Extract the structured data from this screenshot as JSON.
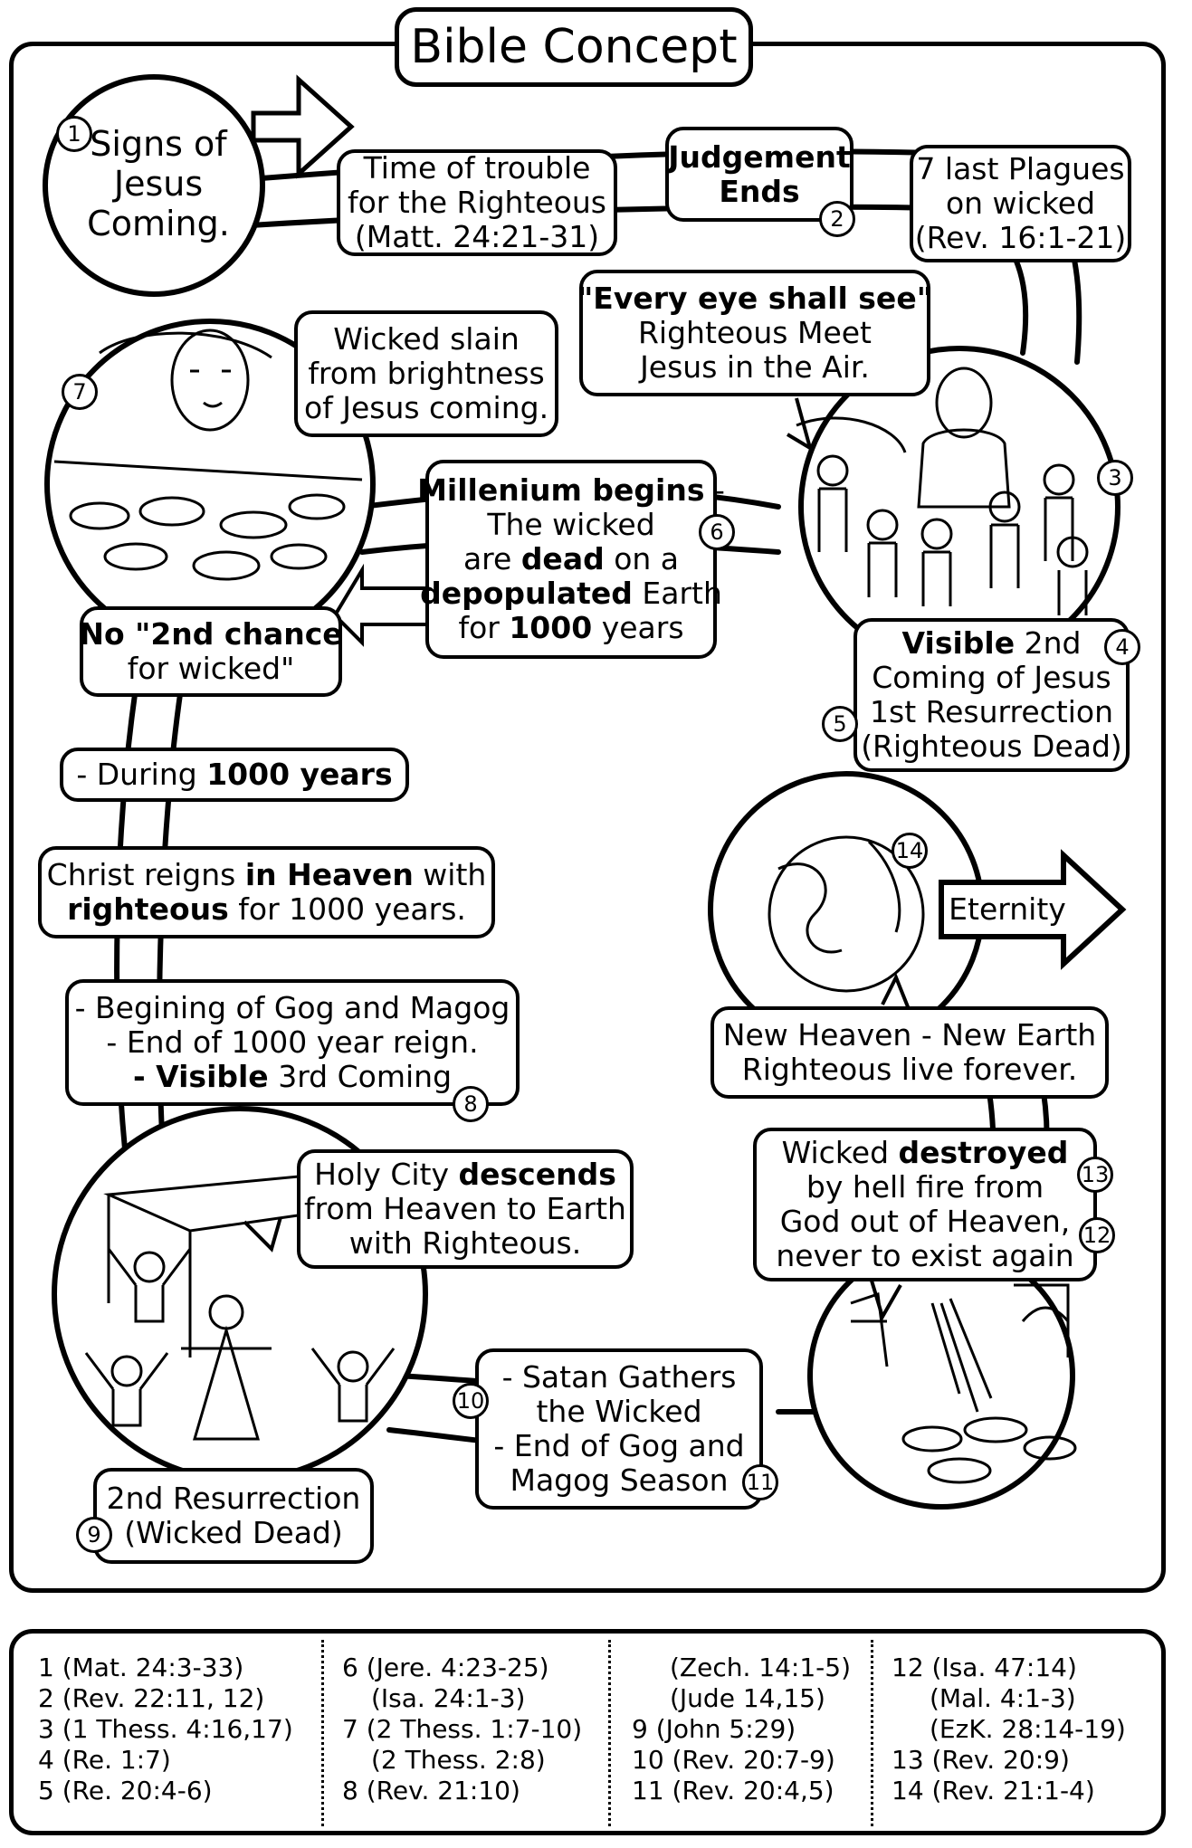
{
  "title": "Bible Concept",
  "steps": {
    "signs": "Signs of Jesus Coming.",
    "trouble": [
      "Time of trouble",
      "for the Righteous",
      "(Matt. 24:21-31)"
    ],
    "judgement": [
      "Judgement",
      "Ends"
    ],
    "plagues": [
      "7 last Plagues",
      "on wicked",
      "(Rev. 16:1-21)"
    ],
    "every_eye": [
      "\"Every eye shall see\"",
      "Righteous Meet",
      "Jesus in the Air."
    ],
    "wicked_slain": [
      "Wicked slain",
      "from brightness",
      "of Jesus coming."
    ],
    "millenium": [
      "Millenium begins",
      " -",
      "The wicked",
      "are ",
      "dead",
      " on a",
      "depopulated",
      " Earth",
      "for ",
      "1000",
      " years"
    ],
    "no_second": [
      "No \"2nd chance",
      "for wicked\""
    ],
    "visible_second": [
      "Visible",
      " 2nd",
      "Coming of Jesus",
      "1st Resurrection",
      "(Righteous Dead)"
    ],
    "during": [
      "- During ",
      "1000 years"
    ],
    "christ_reigns": [
      "Christ reigns ",
      "in Heaven",
      " with",
      "righteous",
      " for 1000 years."
    ],
    "gog": [
      "- Begining of Gog and Magog",
      "- End of 1000 year reign.",
      "- Visible",
      " 3rd Coming"
    ],
    "eternity": "Eternity",
    "new_heaven": [
      "New Heaven - New Earth",
      "Righteous live forever."
    ],
    "wicked_destroyed": [
      "Wicked ",
      "destroyed",
      "by hell fire from",
      "God out of Heaven,",
      "never to exist again"
    ],
    "holy_city": [
      "Holy City ",
      "descends",
      "from Heaven to Earth",
      "with Righteous."
    ],
    "satan": [
      "- Satan Gathers",
      "the Wicked",
      "- End of Gog and",
      "Magog Season"
    ],
    "second_resurrection": [
      "2nd Resurrection",
      "(Wicked Dead)"
    ]
  },
  "numbers": [
    "1",
    "2",
    "3",
    "4",
    "5",
    "6",
    "7",
    "8",
    "9",
    "10",
    "11",
    "12",
    "13",
    "14"
  ],
  "references": {
    "col1": [
      "1 (Mat. 24:3-33)",
      "2 (Rev. 22:11, 12)",
      "3 (1 Thess. 4:16,17)",
      "4 (Re. 1:7)",
      "5 (Re. 20:4-6)"
    ],
    "col2": [
      "6 (Jere. 4:23-25)",
      "(Isa. 24:1-3)",
      "7 (2 Thess. 1:7-10)",
      "(2 Thess. 2:8)",
      "8 (Rev. 21:10)"
    ],
    "col3": [
      "(Zech. 14:1-5)",
      "(Jude 14,15)",
      "9  (John 5:29)",
      "10 (Rev. 20:7-9)",
      "11 (Rev. 20:4,5)"
    ],
    "col4": [
      "12 (Isa. 47:14)",
      "(Mal. 4:1-3)",
      "(EzK. 28:14-19)",
      "13 (Rev. 20:9)",
      "14 (Rev. 21:1-4)"
    ]
  }
}
